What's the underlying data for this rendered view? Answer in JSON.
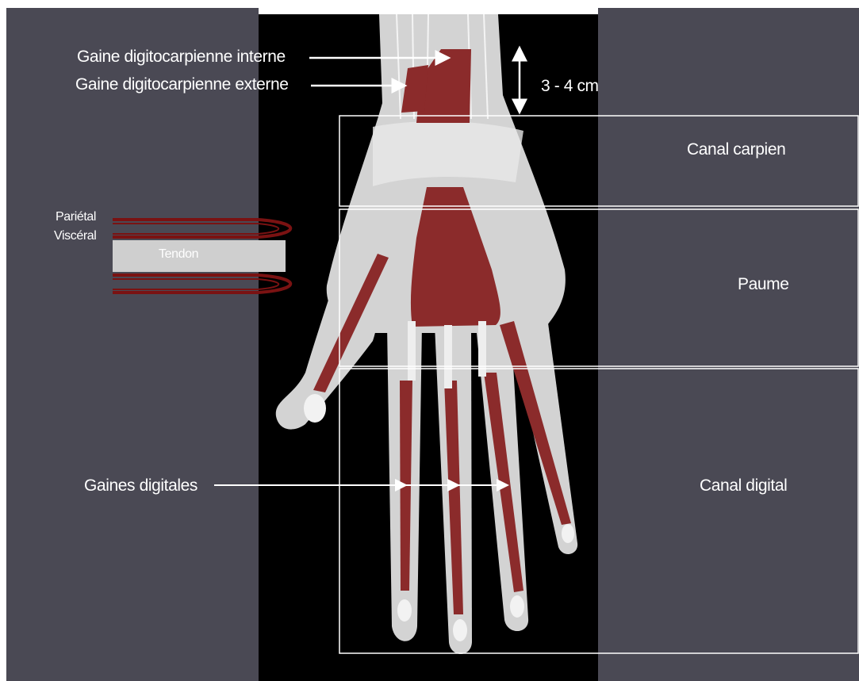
{
  "labels": {
    "gaine_interne": "Gaine digitocarpienne interne",
    "gaine_externe": "Gaine digitocarpienne externe",
    "distance": "3 - 4 cm",
    "canal_carpien": "Canal carpien",
    "paume": "Paume",
    "canal_digital": "Canal digital",
    "gaines_digitales": "Gaines digitales",
    "parietal": "Pariétal",
    "visceral": "Viscéral",
    "tendon": "Tendon"
  },
  "colors": {
    "panel_background": "#4a4954",
    "center_background": "#000000",
    "skin": "#d3d3d3",
    "sheath": "#8b2b2b",
    "inset_sheath": "#7a1212",
    "tendon": "#cfcfcf",
    "annotation": "#ffffff"
  }
}
